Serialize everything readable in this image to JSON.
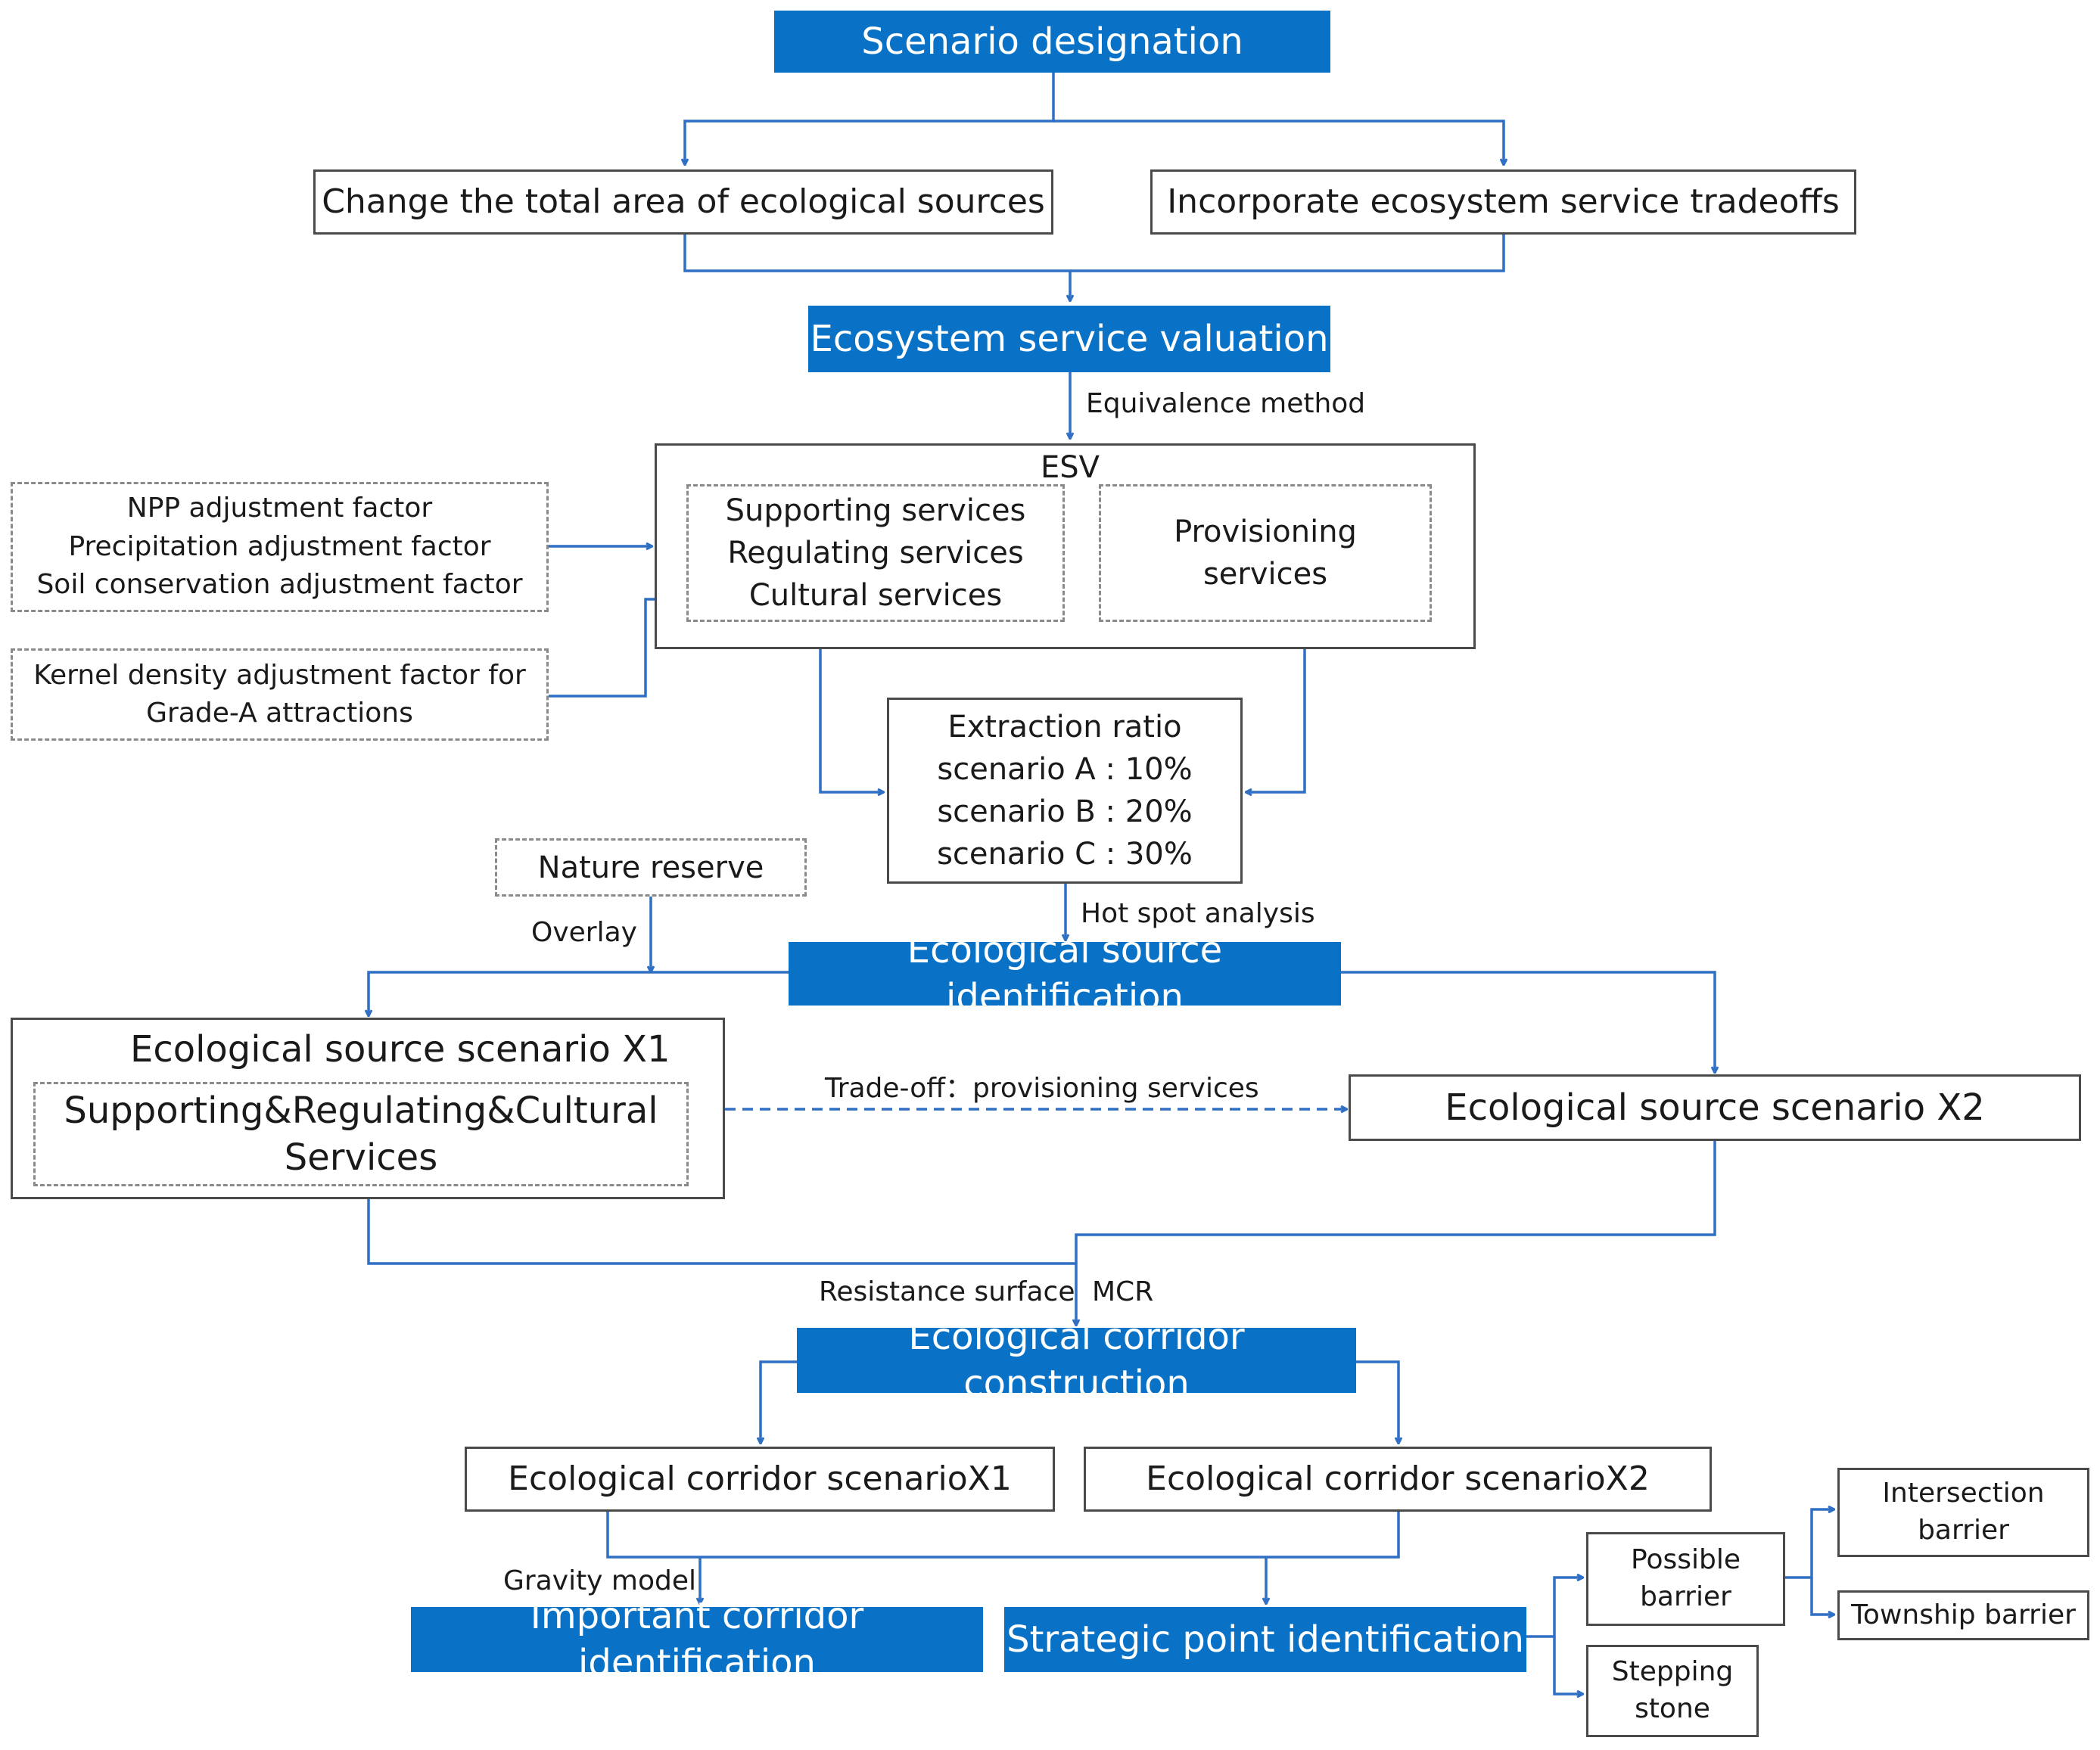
{
  "nodes": {
    "scenario_designation": "Scenario designation",
    "change_total_area": "Change the total area of ecological sources",
    "incorporate_tradeoffs": "Incorporate ecosystem service tradeoffs",
    "ecosystem_service_valuation": "Ecosystem service valuation",
    "esv_title": "ESV",
    "supporting_services": "Supporting services",
    "regulating_services": "Regulating services",
    "cultural_services": "Cultural services",
    "provisioning_line1": "Provisioning",
    "provisioning_line2": "services",
    "npp_factor": "NPP adjustment factor",
    "precip_factor": "Precipitation adjustment factor",
    "soil_factor": "Soil conservation adjustment factor",
    "kernel_line1": "Kernel density adjustment factor for",
    "kernel_line2": "Grade-A attractions",
    "extraction_title": "Extraction ratio",
    "scenario_a": "scenario A : 10%",
    "scenario_b": "scenario B : 20%",
    "scenario_c": "scenario C : 30%",
    "nature_reserve": "Nature reserve",
    "ecological_source_identification": "Ecological source identification",
    "source_x1_title": "Ecological source scenario X1",
    "source_x1_inner_line1": "Supporting&Regulating&Cultural",
    "source_x1_inner_line2": "Services",
    "source_x2": "Ecological source scenario X2",
    "corridor_construction": "Ecological corridor construction",
    "corridor_x1": "Ecological corridor scenarioX1",
    "corridor_x2": "Ecological corridor scenarioX2",
    "important_corridor": "Important corridor identification",
    "strategic_point": "Strategic point identification",
    "possible_barrier_line1": "Possible",
    "possible_barrier_line2": "barrier",
    "stepping_stone_line1": "Stepping",
    "stepping_stone_line2": "stone",
    "intersection_barrier_line1": "Intersection",
    "intersection_barrier_line2": "barrier",
    "township_barrier": "Township barrier"
  },
  "edge_labels": {
    "equivalence_method": "Equivalence method",
    "hot_spot_analysis": "Hot spot analysis",
    "overlay": "Overlay",
    "tradeoff": "Trade-off：provisioning services",
    "resistance_surface": "Resistance surface",
    "mcr": "MCR",
    "gravity_model": "Gravity model"
  },
  "colors": {
    "accent_blue": "#0a72c6",
    "connector_blue": "#2f6fc4",
    "border_gray": "#4a4a4a",
    "dashed_gray": "#8a8a8a"
  }
}
